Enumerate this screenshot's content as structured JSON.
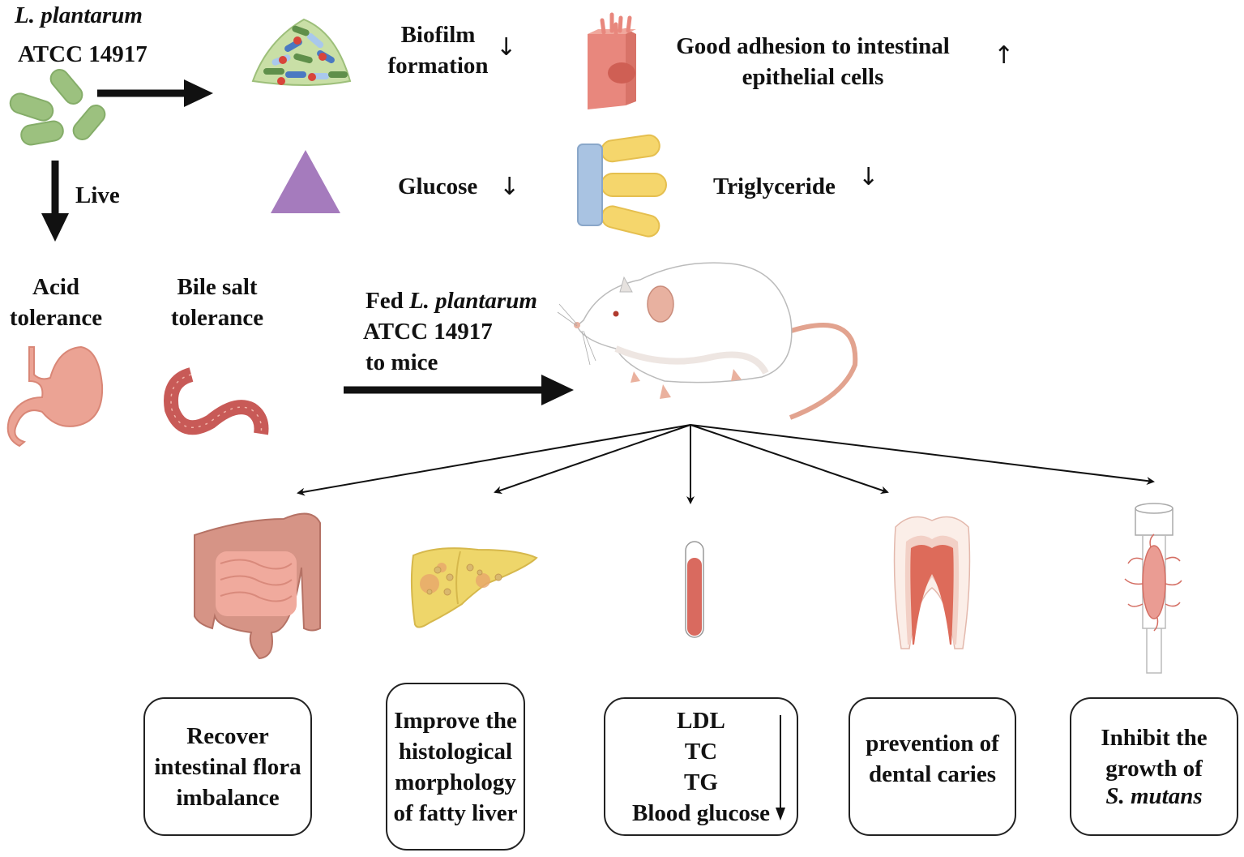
{
  "strain": {
    "name_italic": "L. plantarum",
    "code": "ATCC 14917"
  },
  "live_label": "Live",
  "in_vitro_effects": [
    {
      "label_lines": [
        "Biofilm",
        "formation"
      ],
      "direction": "↓",
      "icon": "biofilm-icon"
    },
    {
      "label_lines": [
        "Good adhesion to intestinal",
        "epithelial cells"
      ],
      "direction": "↑",
      "icon": "epithelial-cell-icon"
    },
    {
      "label_lines": [
        "Glucose"
      ],
      "direction": "↓",
      "icon": "glucose-triangle-icon"
    },
    {
      "label_lines": [
        "Triglyceride"
      ],
      "direction": "↓",
      "icon": "triglyceride-icon"
    }
  ],
  "tolerance": [
    {
      "label_lines": [
        "Acid",
        "tolerance"
      ],
      "icon": "stomach-icon"
    },
    {
      "label_lines": [
        "Bile salt",
        "tolerance"
      ],
      "icon": "intestine-tube-icon"
    }
  ],
  "feeding": {
    "prefix": "Fed ",
    "name_italic": "L. plantarum",
    "code": "ATCC 14917",
    "suffix": "to mice",
    "icon": "mouse-icon"
  },
  "outcomes": [
    {
      "icon": "intestines-icon",
      "lines": [
        "Recover",
        "intestinal flora",
        "imbalance"
      ]
    },
    {
      "icon": "fatty-liver-icon",
      "lines": [
        "Improve the",
        "histological",
        "morphology",
        "of fatty liver"
      ]
    },
    {
      "icon": "blood-tube-icon",
      "lines": [
        "LDL",
        "TC",
        "TG",
        "Blood glucose"
      ],
      "direction": "↓"
    },
    {
      "icon": "tooth-icon",
      "lines": [
        "prevention of",
        "dental caries"
      ]
    },
    {
      "icon": "bacteria-tube-icon",
      "lines": [
        "Inhibit the",
        "growth of"
      ],
      "italic_line": "S. mutans"
    }
  ],
  "colors": {
    "bacteria_green": "#9cc17f",
    "cell_pink": "#e8877d",
    "glucose_purple": "#a57bbd",
    "lipid_blue": "#a9c3e2",
    "lipid_yellow": "#f5d66c",
    "organ_pink": "#eba394",
    "blood_red": "#d96a5f",
    "liver_yellow": "#eed66a"
  }
}
